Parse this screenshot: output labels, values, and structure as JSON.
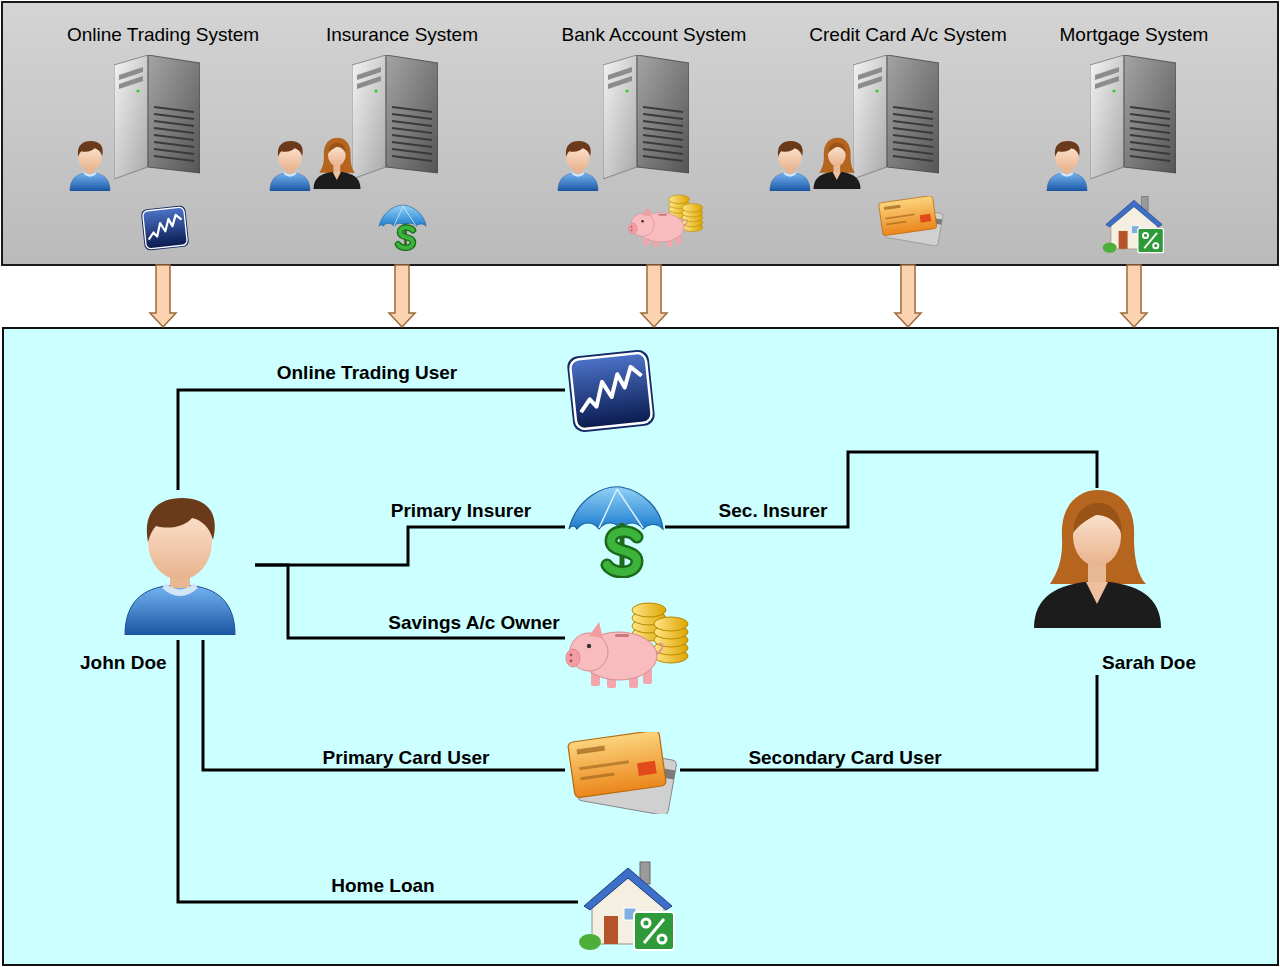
{
  "diagram": {
    "nodes": [
      {
        "text": []
      },
      {
        "text": [
          "Online Trading System"
        ],
        "in": 0
      },
      {
        "text": [
          "Insurance System"
        ],
        "in": 0
      },
      {
        "text": [
          "Bank Account System"
        ],
        "in": 0
      },
      {
        "text": [
          "Credit Card A/c System"
        ],
        "in": 0
      },
      {
        "text": [
          "Mortgage System"
        ],
        "in": 0
      },
      {
        "text": []
      },
      {
        "text": [
          "John Doe"
        ],
        "in": 6
      },
      {
        "text": [],
        "in": 6
      },
      {
        "text": [],
        "in": 6
      },
      {
        "text": [],
        "in": 6
      },
      {
        "text": [],
        "in": 6
      },
      {
        "text": [],
        "in": 6
      },
      {
        "text": [
          "Sarah Doe"
        ],
        "in": 6
      }
    ],
    "edges": [
      {
        "from": 1,
        "to": 6,
        "arrow": "to"
      },
      {
        "from": 2,
        "to": 6,
        "arrow": "to"
      },
      {
        "from": 3,
        "to": 6,
        "arrow": "to"
      },
      {
        "from": 4,
        "to": 6,
        "arrow": "to"
      },
      {
        "from": 5,
        "to": 6,
        "arrow": "to"
      },
      {
        "from": 7,
        "to": 8,
        "label": "Online Trading User",
        "arrow": "none"
      },
      {
        "from": 7,
        "to": 9,
        "label": "Primary Insurer",
        "arrow": "none"
      },
      {
        "from": 7,
        "to": 10,
        "label": "Savings A/c Owner",
        "arrow": "none"
      },
      {
        "from": 7,
        "to": 11,
        "label": "Primary Card User",
        "arrow": "none"
      },
      {
        "from": 7,
        "to": 12,
        "label": "Home Loan",
        "arrow": "none"
      },
      {
        "from": 13,
        "to": 9,
        "label": "Sec. Insurer",
        "arrow": "none"
      },
      {
        "from": 13,
        "to": 11,
        "label": "Secondary Card User",
        "arrow": "none"
      }
    ]
  }
}
